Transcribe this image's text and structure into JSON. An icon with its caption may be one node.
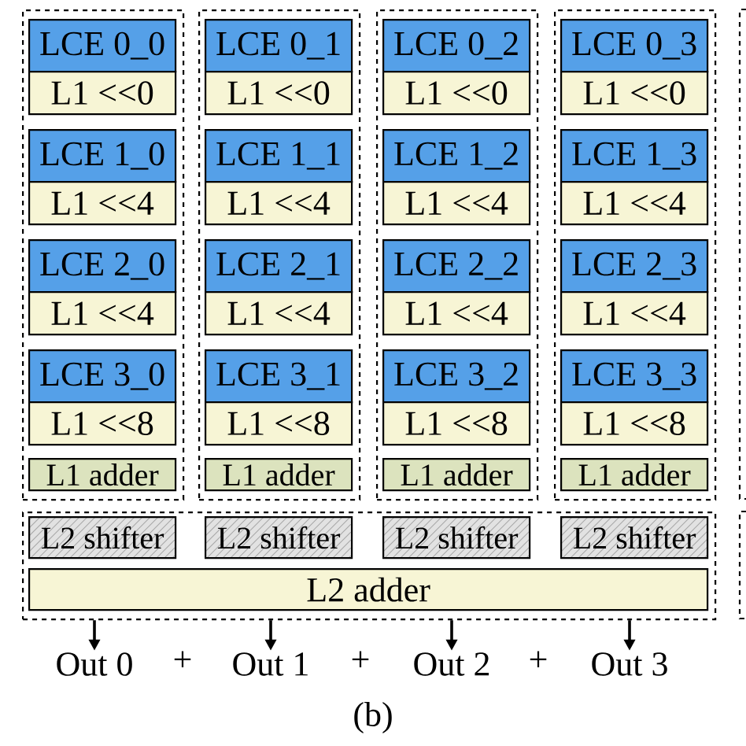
{
  "diagram": {
    "caption": "(b)",
    "nodes": [
      {
        "text": [],
        "shape": "box"
      },
      {
        "text": [
          "LCE 0_0"
        ],
        "in": 0
      },
      {
        "text": [
          "L1 <<0"
        ],
        "in": 0
      },
      {
        "text": [
          "LCE 1_0"
        ],
        "in": 0
      },
      {
        "text": [
          "L1 <<4"
        ],
        "in": 0
      },
      {
        "text": [
          "LCE 2_0"
        ],
        "in": 0
      },
      {
        "text": [
          "L1 <<4"
        ],
        "in": 0
      },
      {
        "text": [
          "LCE 3_0"
        ],
        "in": 0
      },
      {
        "text": [
          "L1 <<8"
        ],
        "in": 0
      },
      {
        "text": [
          "L1 adder"
        ],
        "in": 0
      },
      {
        "text": [],
        "shape": "box"
      },
      {
        "text": [
          "LCE 0_1"
        ],
        "in": 10
      },
      {
        "text": [
          "L1 <<0"
        ],
        "in": 10
      },
      {
        "text": [
          "LCE 1_1"
        ],
        "in": 10
      },
      {
        "text": [
          "L1 <<4"
        ],
        "in": 10
      },
      {
        "text": [
          "LCE 2_1"
        ],
        "in": 10
      },
      {
        "text": [
          "L1 <<4"
        ],
        "in": 10
      },
      {
        "text": [
          "LCE 3_1"
        ],
        "in": 10
      },
      {
        "text": [
          "L1 <<8"
        ],
        "in": 10
      },
      {
        "text": [
          "L1 adder"
        ],
        "in": 10
      },
      {
        "text": [],
        "shape": "box"
      },
      {
        "text": [
          "LCE 0_2"
        ],
        "in": 20
      },
      {
        "text": [
          "L1 <<0"
        ],
        "in": 20
      },
      {
        "text": [
          "LCE 1_2"
        ],
        "in": 20
      },
      {
        "text": [
          "L1 <<4"
        ],
        "in": 20
      },
      {
        "text": [
          "LCE 2_2"
        ],
        "in": 20
      },
      {
        "text": [
          "L1 <<4"
        ],
        "in": 20
      },
      {
        "text": [
          "LCE 3_2"
        ],
        "in": 20
      },
      {
        "text": [
          "L1 <<8"
        ],
        "in": 20
      },
      {
        "text": [
          "L1 adder"
        ],
        "in": 20
      },
      {
        "text": [],
        "shape": "box"
      },
      {
        "text": [
          "LCE 0_3"
        ],
        "in": 30
      },
      {
        "text": [
          "L1 <<0"
        ],
        "in": 30
      },
      {
        "text": [
          "LCE 1_3"
        ],
        "in": 30
      },
      {
        "text": [
          "L1 <<4"
        ],
        "in": 30
      },
      {
        "text": [
          "LCE 2_3"
        ],
        "in": 30
      },
      {
        "text": [
          "L1 <<4"
        ],
        "in": 30
      },
      {
        "text": [
          "LCE 3_3"
        ],
        "in": 30
      },
      {
        "text": [
          "L1 <<8"
        ],
        "in": 30
      },
      {
        "text": [
          "L1 adder"
        ],
        "in": 30
      },
      {
        "text": [],
        "shape": "box"
      },
      {
        "text": [
          "L2 shifter"
        ],
        "in": 40
      },
      {
        "text": [
          "L2 shifter"
        ],
        "in": 40
      },
      {
        "text": [
          "L2 shifter"
        ],
        "in": 40
      },
      {
        "text": [
          "L2 shifter"
        ],
        "in": 40
      },
      {
        "text": [
          "L2 adder"
        ],
        "in": 40
      },
      {
        "text": [
          "Out 0"
        ]
      },
      {
        "text": [
          "Out 1"
        ]
      },
      {
        "text": [
          "Out 2"
        ]
      },
      {
        "text": [
          "Out 3"
        ]
      }
    ],
    "edges": [
      {
        "from": 40,
        "to": 46,
        "arrow": "to"
      },
      {
        "from": 40,
        "to": 47,
        "arrow": "to"
      },
      {
        "from": 40,
        "to": 48,
        "arrow": "to"
      },
      {
        "from": 40,
        "to": 49,
        "arrow": "to"
      }
    ],
    "labels": [
      "+",
      "+",
      "+"
    ]
  }
}
